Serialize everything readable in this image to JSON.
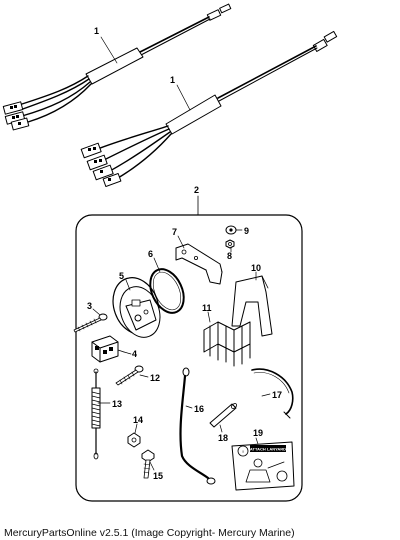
{
  "callouts": {
    "c1a": "1",
    "c1b": "1",
    "c2": "2",
    "c3": "3",
    "c4": "4",
    "c5": "5",
    "c6": "6",
    "c7": "7",
    "c8": "8",
    "c9": "9",
    "c10": "10",
    "c11": "11",
    "c12": "12",
    "c13": "13",
    "c14": "14",
    "c15": "15",
    "c16": "16",
    "c17": "17",
    "c18": "18",
    "c19": "19"
  },
  "decal": {
    "title": "ATTACH LANYARD"
  },
  "footer": {
    "caption": "MercuryPartsOnline v2.5.1 (Image Copyright- Mercury Marine)"
  },
  "colors": {
    "line": "#000000",
    "background": "#ffffff"
  },
  "icons": [
    "harness-icon",
    "clip-icon",
    "ring-icon",
    "screw-icon",
    "decal-icon"
  ]
}
